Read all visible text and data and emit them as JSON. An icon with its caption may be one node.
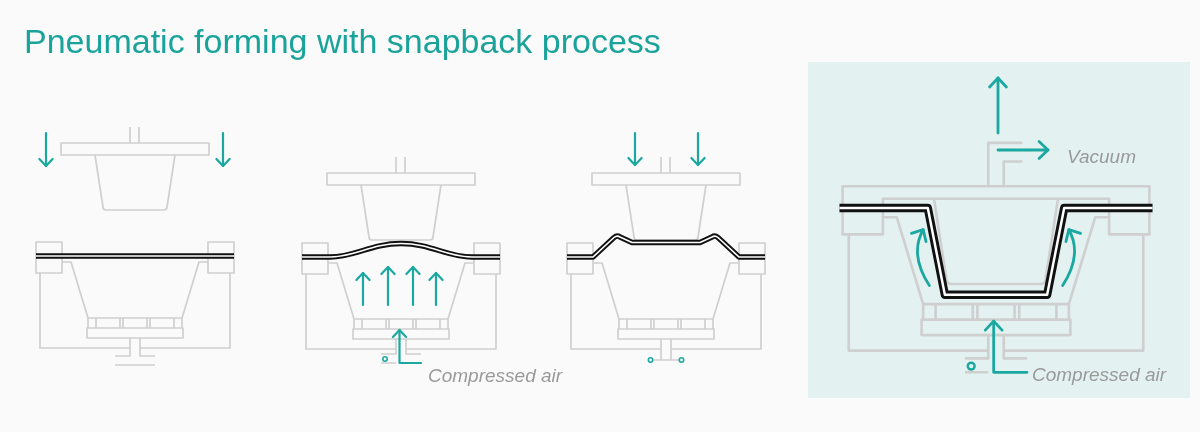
{
  "diagram": {
    "title": "Pneumatic forming with snapback process",
    "labels": [
      "Compressed air",
      "Vacuum",
      "Compressed air"
    ]
  }
}
